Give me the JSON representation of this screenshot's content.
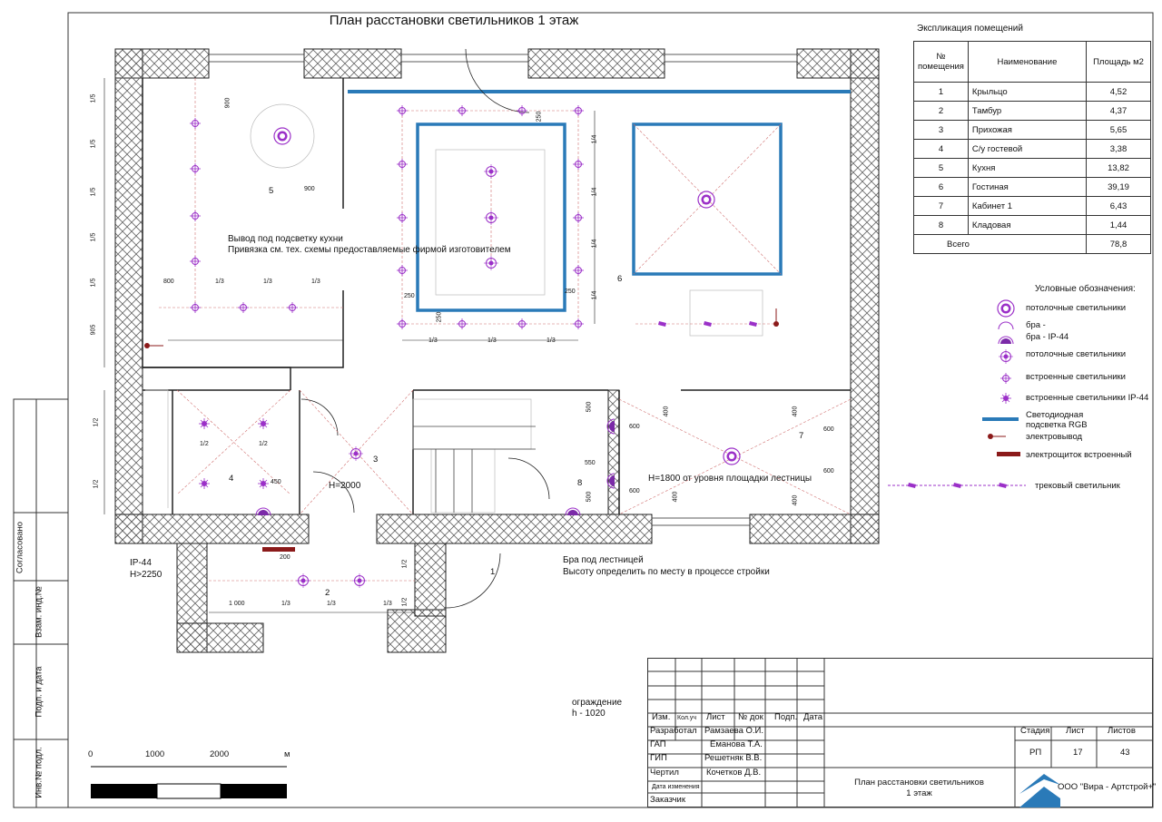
{
  "title": "План расстановки светильников 1 этаж",
  "explication": {
    "caption": "Экспликация помещений",
    "headers": [
      "№ помещения",
      "Наименование",
      "Площадь м2"
    ],
    "rows": [
      [
        "1",
        "Крыльцо",
        "4,52"
      ],
      [
        "2",
        "Тамбур",
        "4,37"
      ],
      [
        "3",
        "Прихожая",
        "5,65"
      ],
      [
        "4",
        "С/у гостевой",
        "3,38"
      ],
      [
        "5",
        "Кухня",
        "13,82"
      ],
      [
        "6",
        "Гостиная",
        "39,19"
      ],
      [
        "7",
        "Кабинет 1",
        "6,43"
      ],
      [
        "8",
        "Кладовая",
        "1,44"
      ]
    ],
    "total_label": "Всего",
    "total_value": "78,8"
  },
  "legend": {
    "caption": "Условные обозначения:",
    "items": [
      {
        "icon": "ceiling-light-large-icon",
        "label": "потолочные светильники"
      },
      {
        "icon": "wall-sconce-icon",
        "label": "бра -"
      },
      {
        "icon": "wall-sconce-ip44-icon",
        "label": "бра -  IP-44"
      },
      {
        "icon": "ceiling-light-small-icon",
        "label": "потолочные светильники"
      },
      {
        "icon": "recessed-light-icon",
        "label": "встроенные светильники"
      },
      {
        "icon": "recessed-light-ip44-icon",
        "label": "встроенные светильники IP-44"
      },
      {
        "icon": "led-strip-icon",
        "label": "Светодиодная подсветка RGB"
      },
      {
        "icon": "power-outlet-icon",
        "label": "электровывод"
      },
      {
        "icon": "panel-icon",
        "label": "электрощиток встроенный"
      },
      {
        "icon": "track-light-icon",
        "label": "трековый светильник"
      }
    ]
  },
  "notes": {
    "kitchen_1": "Вывод под подсветку кухни",
    "kitchen_2": "Привязка см. тех. схемы предоставляемые фирмой изготовителем",
    "stairs_height": "H=1800 от уровня площадки лестницы",
    "h2000": "H=2000",
    "ip44": "IP-44",
    "h2250": "H>2250",
    "sconce_1": "Бра под лестницей",
    "sconce_2": "Высоту определить по месту в процессе стройки",
    "fence_1": "ограждение",
    "fence_2": "h  - 1020"
  },
  "room_numbers": [
    "1",
    "2",
    "3",
    "4",
    "5",
    "6",
    "7",
    "8"
  ],
  "dims": {
    "d900a": "900",
    "d900b": "900",
    "d800": "800",
    "d250a": "250",
    "d250b": "250",
    "d250c": "250",
    "d250d": "250",
    "d905": "905",
    "d15": "1/5",
    "d14": "1/4",
    "d13": "1/3",
    "d12": "1/2",
    "d500": "500",
    "d400": "400",
    "d600": "600",
    "d550": "550",
    "d450": "450",
    "d200": "200",
    "d1000": "1 000"
  },
  "scale": {
    "labels": [
      "0",
      "1000",
      "2000",
      "м"
    ]
  },
  "side_labels": [
    "Согласовано",
    "Взам. инд.№",
    "Подп. и дата",
    "Инв.№ подл."
  ],
  "stamp": {
    "header": [
      "Изм.",
      "Кол.уч",
      "Лист",
      "№ док",
      "Подп.",
      "Дата"
    ],
    "roles": [
      {
        "role": "Разработал",
        "name": "Рамзаева О.И."
      },
      {
        "role": "ГАП",
        "name": "Еманова Т.А."
      },
      {
        "role": "ГИП",
        "name": "Решетняк В.В."
      },
      {
        "role": "Чертил",
        "name": "Кочетков Д.В."
      },
      {
        "role": "Дата изменения",
        "name": ""
      },
      {
        "role": "Заказчик",
        "name": ""
      }
    ],
    "stage_label": "Стадия",
    "sheet_label": "Лист",
    "sheets_label": "Листов",
    "stage": "РП",
    "sheet": "17",
    "sheets": "43",
    "drawing_title_1": "План расстановки светильников",
    "drawing_title_2": "1 этаж",
    "company": "ООО \"Вира - Артстрой+\""
  },
  "colors": {
    "light": "#9b30c8",
    "led": "#2a7ab8",
    "outlet": "#8b1a1a",
    "wall_hatch": "#555"
  }
}
